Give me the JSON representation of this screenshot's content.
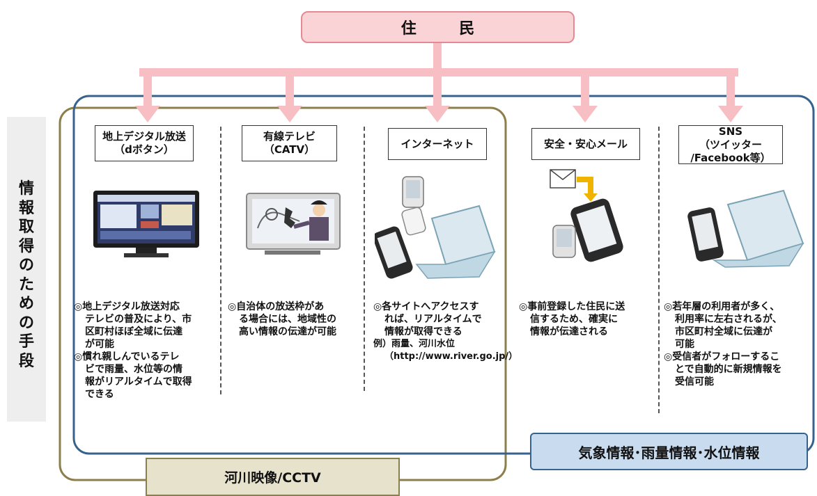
{
  "resident": "住　民",
  "side_label": "情報取得のための手段",
  "channels": [
    {
      "title_lines": [
        "地上デジタル放送",
        "（dボタン）"
      ],
      "desc": [
        {
          "text": "◎地上デジタル放送対応",
          "indent": false
        },
        {
          "text": "テレビの普及により、市",
          "indent": true
        },
        {
          "text": "区町村ほぼ全域に伝達",
          "indent": true
        },
        {
          "text": "が可能",
          "indent": true
        },
        {
          "text": "◎慣れ親しんでいるテレ",
          "indent": false
        },
        {
          "text": "ビで雨量、水位等の情",
          "indent": true
        },
        {
          "text": "報がリアルタイムで取得",
          "indent": true
        },
        {
          "text": "できる",
          "indent": true
        }
      ]
    },
    {
      "title_lines": [
        "有線テレビ",
        "（CATV）"
      ],
      "desc": [
        {
          "text": "◎自治体の放送枠があ",
          "indent": false
        },
        {
          "text": "る場合には、地域性の",
          "indent": true
        },
        {
          "text": "高い情報の伝達が可能",
          "indent": true
        }
      ]
    },
    {
      "title_lines": [
        "インターネット"
      ],
      "desc": [
        {
          "text": "◎各サイトへアクセスす",
          "indent": false
        },
        {
          "text": "れば、リアルタイムで",
          "indent": true
        },
        {
          "text": "情報が取得できる",
          "indent": true
        },
        {
          "text": "例）雨量、河川水位",
          "indent": false
        },
        {
          "text": "（http://www.river.go.jp/）",
          "indent": true
        }
      ]
    },
    {
      "title_lines": [
        "安全・安心メール"
      ],
      "desc": [
        {
          "text": "◎事前登録した住民に送",
          "indent": false
        },
        {
          "text": "信するため、確実に",
          "indent": true
        },
        {
          "text": "情報が伝達される",
          "indent": true
        }
      ]
    },
    {
      "title_lines": [
        "SNS",
        "（ツイッター",
        "/Facebook等）"
      ],
      "desc": [
        {
          "text": "◎若年層の利用者が多く、",
          "indent": false
        },
        {
          "text": "利用率に左右されるが、",
          "indent": true
        },
        {
          "text": "市区町村全域に伝達が",
          "indent": true
        },
        {
          "text": "可能",
          "indent": true
        },
        {
          "text": "◎受信者がフォローするこ",
          "indent": false
        },
        {
          "text": "とで自動的に新規情報を",
          "indent": true
        },
        {
          "text": "受信可能",
          "indent": true
        }
      ]
    }
  ],
  "group_labels": {
    "cctv": "河川映像/CCTV",
    "weather": "気象情報･雨量情報･水位情報"
  },
  "colors": {
    "resident_fill": "#f9d3d6",
    "arrow": "#f7bec3",
    "cctv_border": "#8c7f4b",
    "weather_border": "#37628e"
  },
  "icons": [
    "tv-dbutton-icon",
    "tv-weather-forecaster-icon",
    "phone-laptop-icon",
    "mail-phone-icon",
    "sns-phone-laptop-icon"
  ]
}
